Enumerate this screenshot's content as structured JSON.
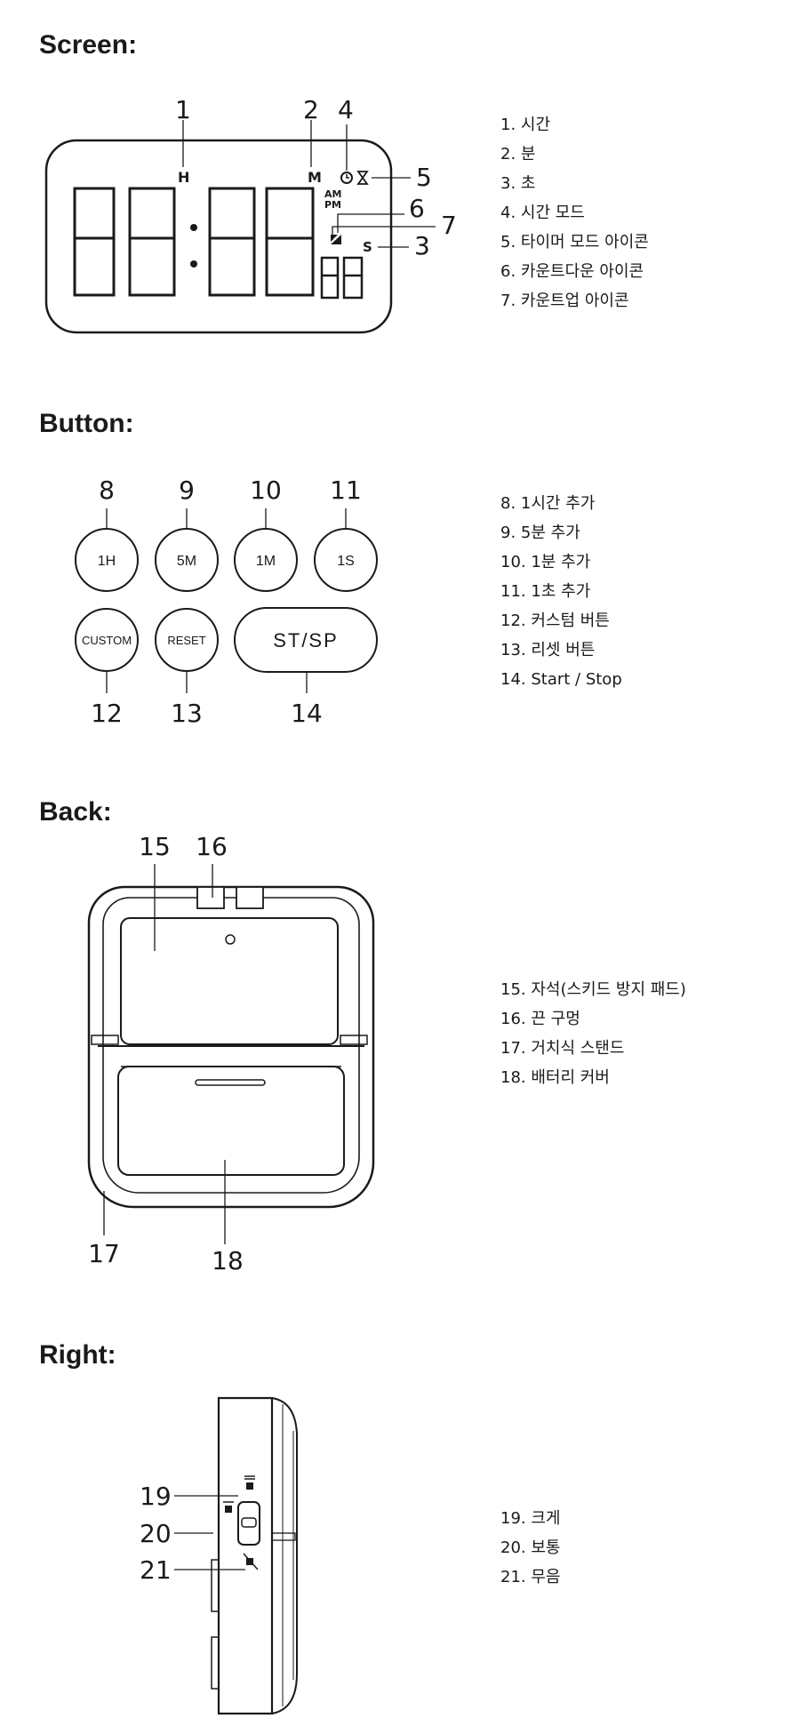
{
  "screen": {
    "title": "Screen:",
    "display_digits": "88:88",
    "seconds_digits": "88",
    "indicators": {
      "hour": "H",
      "minute": "M",
      "second": "S",
      "am": "AM",
      "pm": "PM"
    },
    "callouts": [
      "1",
      "2",
      "3",
      "4",
      "5",
      "6",
      "7"
    ],
    "legend": [
      "1. 시간",
      "2. 분",
      "3. 초",
      "4. 시간 모드",
      "5. 타이머 모드 아이콘",
      "6. 카운트다운 아이콘",
      "7. 카운트업 아이콘"
    ]
  },
  "button": {
    "title": "Button:",
    "buttons": {
      "b1": "1H",
      "b2": "5M",
      "b3": "1M",
      "b4": "1S",
      "b5": "CUSTOM",
      "b6": "RESET",
      "b7": "ST/SP"
    },
    "callouts": [
      "8",
      "9",
      "10",
      "11",
      "12",
      "13",
      "14"
    ],
    "legend": [
      "8. 1시간 추가",
      "9. 5분 추가",
      "10. 1분 추가",
      "11. 1초 추가",
      "12. 커스텀 버튼",
      "13. 리셋 버튼",
      "14. Start / Stop"
    ]
  },
  "back": {
    "title": "Back:",
    "callouts": [
      "15",
      "16",
      "17",
      "18"
    ],
    "legend": [
      "15. 자석(스키드 방지 패드)",
      "16. 끈 구멍",
      "17. 거치식 스탠드",
      "18. 배터리 커버"
    ]
  },
  "right": {
    "title": "Right:",
    "callouts": [
      "19",
      "20",
      "21"
    ],
    "legend": [
      "19. 크게",
      "20. 보통",
      "21. 무음"
    ]
  }
}
